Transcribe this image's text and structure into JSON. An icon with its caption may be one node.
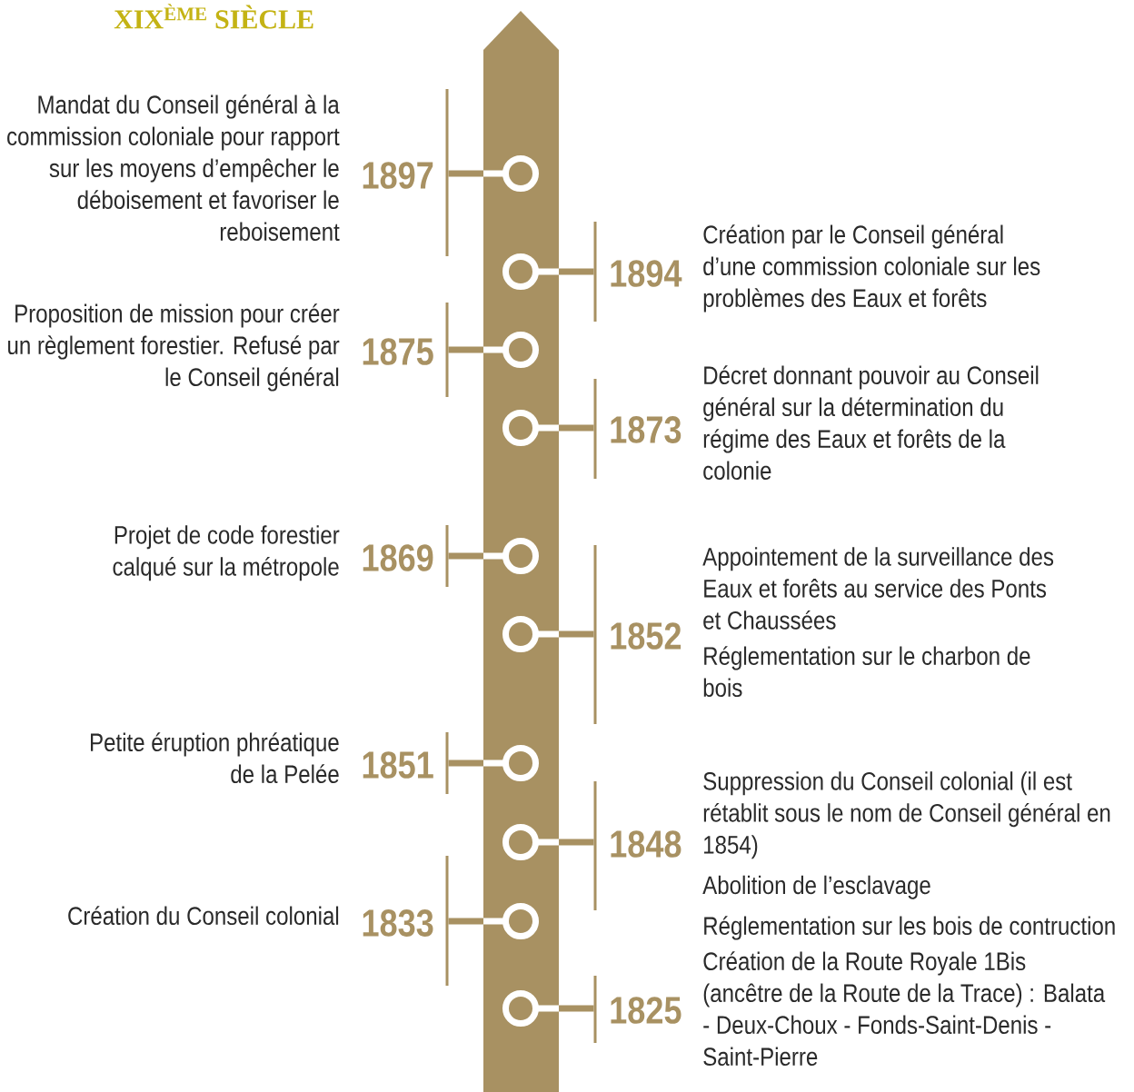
{
  "diagram": {
    "title": "XIX$^{ÈME}$ SIÈCLE",
    "nodes": [
      {
        "text": [],
        "shape": "circle"
      },
      {
        "text": [
          "Mandat du Conseil général à la commission coloniale pour rapport sur les moyens d’empêcher le déboisement et favoriser le reboisement",
          "1897"
        ]
      },
      {
        "text": [],
        "shape": "circle"
      },
      {
        "text": [
          "1894",
          "Création par le Conseil général d’une commission coloniale sur les problèmes des Eaux et forêts"
        ]
      },
      {
        "text": [],
        "shape": "circle"
      },
      {
        "text": [
          "Proposition de mission pour créer un règlement forestier. Refusé par le Conseil général",
          "1875"
        ]
      },
      {
        "text": [],
        "shape": "circle"
      },
      {
        "text": [
          "1873",
          "Décret donnant pouvoir au Conseil général sur la détermination du régime des Eaux et forêts de la colonie"
        ]
      },
      {
        "text": [],
        "shape": "circle"
      },
      {
        "text": [
          "Projet de code forestier calqué sur la métropole",
          "1869"
        ]
      },
      {
        "text": [],
        "shape": "circle"
      },
      {
        "text": [
          "1852",
          "Appointement de la surveillance des Eaux et forêts au service des Ponts et Chaussées",
          "Réglementation sur le charbon de bois"
        ]
      },
      {
        "text": [],
        "shape": "circle"
      },
      {
        "text": [
          "Petite éruption phréatique de la Pelée",
          "1851"
        ]
      },
      {
        "text": [],
        "shape": "circle"
      },
      {
        "text": [
          "1848",
          "Suppression du Conseil colonial (il est rétablit sous le nom de Conseil général en 1854)",
          "Abolition de l’esclavage",
          "Réglementation sur les bois de contruction"
        ]
      },
      {
        "text": [],
        "shape": "circle"
      },
      {
        "text": [
          "Création du Conseil colonial",
          "1833"
        ]
      },
      {
        "text": [],
        "shape": "circle"
      },
      {
        "text": [
          "1825",
          "Création de la Route Royale 1Bis (ancêtre de la Route de la Trace) : Balata - Deux-Choux - Fonds-Saint-Denis - Saint-Pierre"
        ]
      }
    ],
    "edges": [
      {
        "from": 0,
        "to": 1,
        "arrow": "none"
      },
      {
        "from": 2,
        "to": 3,
        "arrow": "none"
      },
      {
        "from": 4,
        "to": 5,
        "arrow": "none"
      },
      {
        "from": 6,
        "to": 7,
        "arrow": "none"
      },
      {
        "from": 8,
        "to": 9,
        "arrow": "none"
      },
      {
        "from": 10,
        "to": 11,
        "arrow": "none"
      },
      {
        "from": 12,
        "to": 13,
        "arrow": "none"
      },
      {
        "from": 14,
        "to": 15,
        "arrow": "none"
      },
      {
        "from": 16,
        "to": 17,
        "arrow": "none"
      },
      {
        "from": 18,
        "to": 19,
        "arrow": "none"
      }
    ]
  }
}
